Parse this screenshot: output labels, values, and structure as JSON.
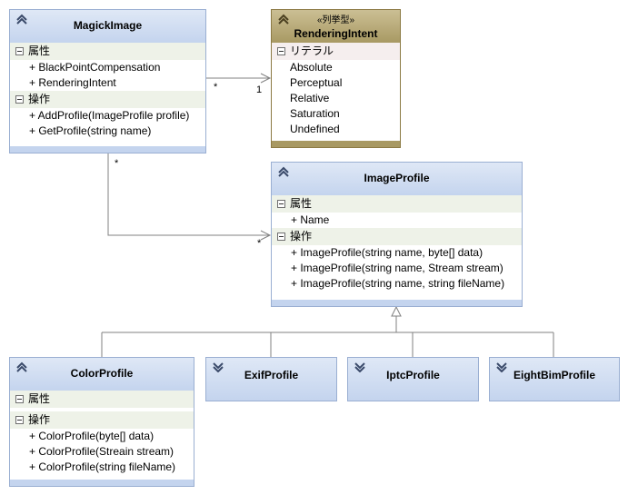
{
  "classes": {
    "magickimage": {
      "name": "MagickImage",
      "attributes_title": "属性",
      "attributes": [
        "+ BlackPointCompensation",
        "+ RenderingIntent"
      ],
      "operations_title": "操作",
      "operations": [
        "+ AddProfile(ImageProfile profile)",
        "+ GetProfile(string name)"
      ]
    },
    "renderingintent": {
      "stereotype": "«列挙型»",
      "name": "RenderingIntent",
      "literals_title": "リテラル",
      "literals": [
        "Absolute",
        "Perceptual",
        "Relative",
        "Saturation",
        "Undefined"
      ]
    },
    "imageprofile": {
      "name": "ImageProfile",
      "attributes_title": "属性",
      "attributes": [
        "+ Name"
      ],
      "operations_title": "操作",
      "operations": [
        "+ ImageProfile(string name, byte[] data)",
        "+ ImageProfile(string name, Stream stream)",
        "+ ImageProfile(string name, string fileName)"
      ]
    },
    "colorprofile": {
      "name": "ColorProfile",
      "attributes_title": "属性",
      "operations_title": "操作",
      "operations": [
        "+ ColorProfile(byte[] data)",
        "+ ColorProfile(Streain stream)",
        "+ ColorProfile(string fileName)"
      ]
    },
    "exifprofile": {
      "name": "ExifProfile"
    },
    "iptcprofile": {
      "name": "IptcProfile"
    },
    "eightbimprofile": {
      "name": "EightBimProfile"
    }
  },
  "associations": {
    "magickimage_renderingintent": {
      "source_multiplicity": "*",
      "target_multiplicity": "1"
    },
    "magickimage_imageprofile": {
      "source_multiplicity": "*",
      "target_multiplicity": "*"
    }
  },
  "colors": {
    "class_header": "#c4d4ee",
    "class_border": "#9aafd2",
    "enum_header": "#a89963",
    "connector": "#808080"
  }
}
